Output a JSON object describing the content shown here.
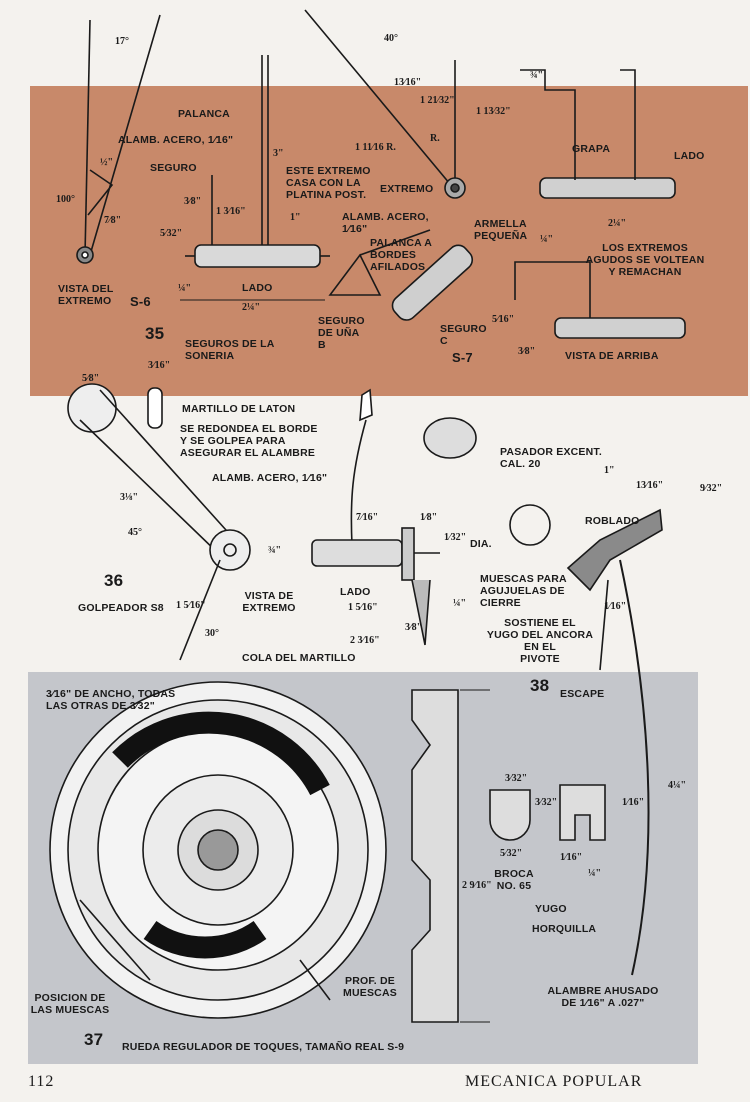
{
  "fig35": {
    "number": "35",
    "caption": "SEGUROS DE LA\nSONERIA",
    "s6": "S-6",
    "s7": "S-7",
    "labels": {
      "vista_extremo": "VISTA DEL\nEXTREMO",
      "palanca": "PALANCA",
      "alamb_acero": "ALAMB. ACERO, 1⁄16\"",
      "seguro": "SEGURO",
      "este_extremo": "ESTE EXTREMO\nCASA CON LA\nPLATINA POST.",
      "lado": "LADO",
      "extremo": "EXTREMO",
      "armella": "ARMELLA\nPEQUEÑA",
      "alamb_acero2": "ALAMB. ACERO,\n1⁄16\"",
      "palanca_a": "PALANCA A\nBORDES\nAFILADOS",
      "seguro_una": "SEGURO\nDE UÑA\nB",
      "seguro_c": "SEGURO\nC",
      "grapa": "GRAPA",
      "lado2": "LADO",
      "extremos_agudos": "LOS EXTREMOS\nAGUDOS SE VOLTEAN\nY REMACHAN",
      "vista_arriba": "VISTA DE ARRIBA"
    },
    "dims": {
      "a17": "17°",
      "a40": "40°",
      "a100": "100°",
      "d_half": "½\"",
      "d_7_8": "7⁄8\"",
      "d_3": "3\"",
      "d_1": "1\"",
      "d_3_8": "3⁄8\"",
      "d_1_3_16": "1 3⁄16\"",
      "d_5_32": "5⁄32\"",
      "d_quarter": "¼\"",
      "d_2_quarter": "2¼\"",
      "d_13_16": "13⁄16\"",
      "d_1_21_32": "1 21⁄32\"",
      "d_1_13_32": "1 13⁄32\"",
      "d_1_11_16_r": "1 11⁄16 R.",
      "r_label": "R.",
      "d_3_4": "¾\"",
      "d_2_quarter2": "2¼\"",
      "d_quarter2": "¼\"",
      "d_5_16": "5⁄16\"",
      "d_3_8b": "3⁄8\""
    }
  },
  "fig36": {
    "number": "36",
    "caption": "GOLPEADOR S8",
    "labels": {
      "martillo": "MARTILLO DE LATON",
      "redondea": "SE REDONDEA EL BORDE\nY SE GOLPEA PARA\nASEGURAR EL ALAMBRE",
      "alamb": "ALAMB. ACERO, 1⁄16\"",
      "vista_extremo": "VISTA DE\nEXTREMO",
      "lado": "LADO",
      "cola": "COLA DEL MARTILLO",
      "pasador": "PASADOR EXCENT.\nCAL. 20",
      "roblado": "ROBLADO",
      "muescas": "MUESCAS PARA\nAGUJUELAS DE\nCIERRE",
      "sostiene": "SOSTIENE EL\nYUGO DEL ANCORA\nEN EL\nPIVOTE",
      "dia": "DIA."
    },
    "dims": {
      "d_5_8": "5⁄8\"",
      "d_3_16": "3⁄16\"",
      "d_3_1_8": "3⅛\"",
      "a45": "45°",
      "a30": "30°",
      "d_1_5_16": "1 5⁄16\"",
      "d_3_4": "¾\"",
      "d_7_16": "7⁄16\"",
      "d_1_8": "1⁄8\"",
      "d_1_32": "1⁄32\"",
      "d_1_5_16b": "1 5⁄16\"",
      "d_2_3_16": "2 3⁄16\"",
      "d_3_8": "3⁄8\"",
      "d_quarter": "¼\"",
      "d_1": "1\"",
      "d_13_16": "13⁄16\"",
      "d_9_32": "9⁄32\"",
      "d_1_16": "1⁄16\""
    }
  },
  "fig37": {
    "number": "37",
    "caption": "RUEDA REGULADOR DE TOQUES, TAMAÑO REAL S-9",
    "labels": {
      "ancho": "3⁄16\" DE ANCHO, TODAS\nLAS OTRAS DE 3⁄32\"",
      "posicion": "POSICION DE\nLAS MUESCAS",
      "prof": "PROF. DE\nMUESCAS",
      "d_2_9_16": "2 9⁄16\""
    }
  },
  "fig38": {
    "number": "38",
    "caption": "ESCAPE",
    "labels": {
      "broca": "BROCA\nNO. 65",
      "yugo": "YUGO",
      "horquilla": "HORQUILLA",
      "alambre": "ALAMBRE AHUSADO\nDE 1⁄16\" A .027\""
    },
    "dims": {
      "d_3_32": "3⁄32\"",
      "d_3_32b": "3⁄32\"",
      "d_1_16": "1⁄16\"",
      "d_5_32": "5⁄32\"",
      "d_1_16b": "1⁄16\"",
      "d_quarter": "¼\"",
      "d_4_quarter": "4¼\""
    }
  },
  "footer": {
    "page": "112",
    "magazine": "MECANICA POPULAR"
  }
}
